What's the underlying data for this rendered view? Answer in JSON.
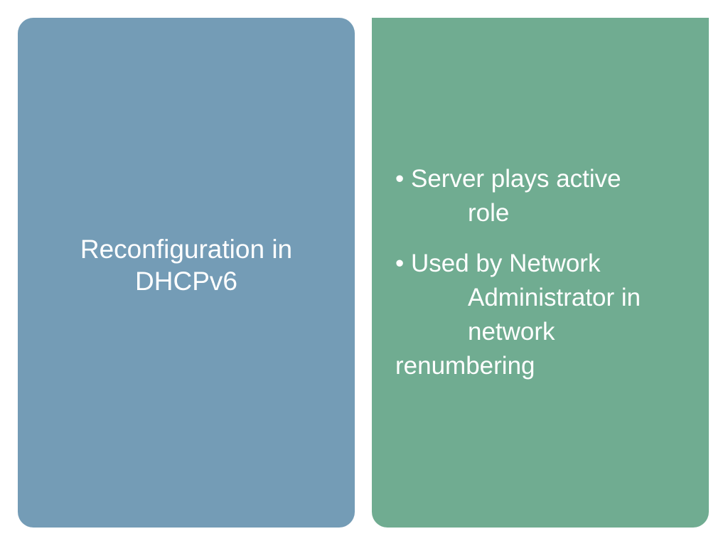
{
  "slide": {
    "title": {
      "line1": "Reconfiguration in",
      "line2": "DHCPv6"
    },
    "bullets": [
      {
        "lines": [
          "• Server plays active",
          "role"
        ]
      },
      {
        "lines": [
          "• Used by Network",
          "Administrator in",
          "network",
          "renumbering"
        ]
      }
    ]
  },
  "colors": {
    "left_panel": "#749cb6",
    "right_panel": "#70ac91",
    "text": "#ffffff"
  }
}
